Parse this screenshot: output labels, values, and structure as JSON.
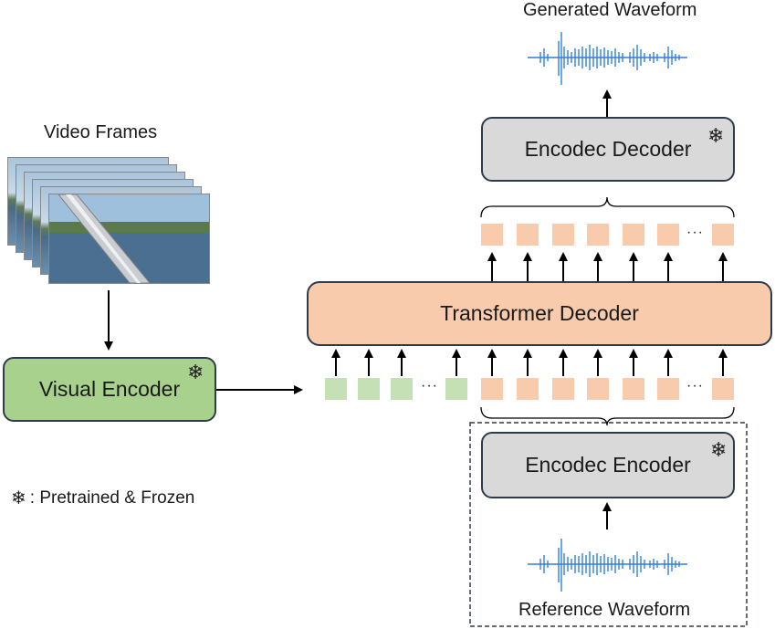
{
  "labels": {
    "generated_waveform": "Generated Waveform",
    "video_frames": "Video Frames",
    "reference_waveform": "Reference Waveform",
    "legend": ": Pretrained & Frozen",
    "ellipsis": "···"
  },
  "blocks": {
    "encodec_decoder": "Encodec Decoder",
    "transformer_decoder": "Transformer Decoder",
    "visual_encoder": "Visual Encoder",
    "encodec_encoder": "Encodec Encoder"
  },
  "icons": {
    "snowflake": "❄",
    "frame_image": "video-frame-thumbnail",
    "waveform": "audio-waveform"
  },
  "colors": {
    "transformer": "#f8cbad",
    "visual_encoder": "#a9d18e",
    "encodec": "#d9d9d9",
    "visual_token": "#c5e0b4",
    "audio_token": "#f8cbad",
    "waveform": "#2f7fe0"
  }
}
